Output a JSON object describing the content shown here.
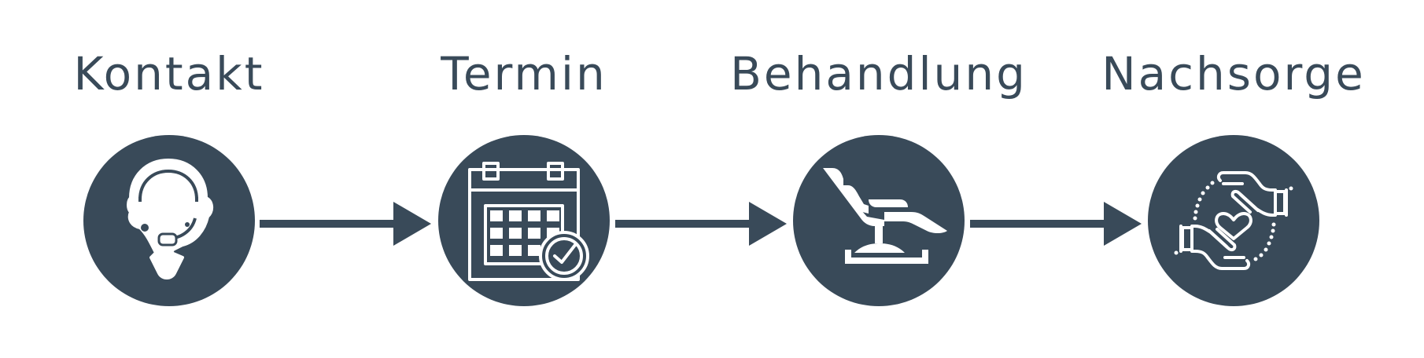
{
  "steps": [
    {
      "label": "Kontakt",
      "icon": "headset-icon"
    },
    {
      "label": "Termin",
      "icon": "calendar-check-icon"
    },
    {
      "label": "Behandlung",
      "icon": "dental-chair-icon"
    },
    {
      "label": "Nachsorge",
      "icon": "care-hands-heart-icon"
    }
  ],
  "colors": {
    "primary": "#394a59",
    "background": "#ffffff",
    "icon_stroke": "#ffffff"
  }
}
